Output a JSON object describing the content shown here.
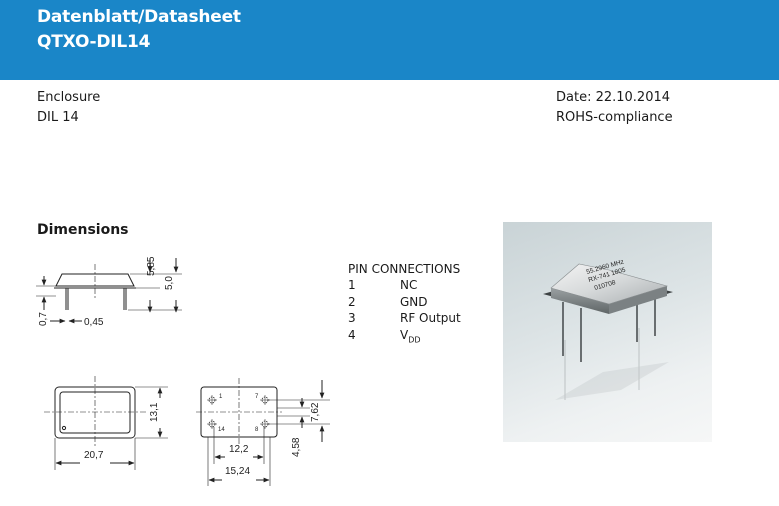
{
  "header": {
    "title": "Datenblatt/Datasheet",
    "subtitle": "QTXO-DIL14"
  },
  "info_left": {
    "label": "Enclosure",
    "value": "DIL 14"
  },
  "info_right": {
    "date": "Date: 22.10.2014",
    "rohs": "ROHS-compliance"
  },
  "dimensions": {
    "title": "Dimensions",
    "labels": {
      "height_total": "5,85",
      "body_height": "5,0",
      "standoff": "0,7",
      "pin_width": "0,45",
      "body_width": "13,1",
      "body_length": "20,7",
      "pin_row_spacing": "7,62",
      "pin_pitch_x": "12,2",
      "body_span": "15,24",
      "pin_offset": "4,58",
      "pin_1": "1",
      "pin_7": "7",
      "pin_8": "8",
      "pin_14": "14"
    }
  },
  "pin_connections": {
    "title": "PIN CONNECTIONS",
    "rows": [
      {
        "pin": "1",
        "function": "NC"
      },
      {
        "pin": "2",
        "function": "GND"
      },
      {
        "pin": "3",
        "function": "RF Output"
      },
      {
        "pin": "4",
        "function": "V",
        "sub": "DD"
      }
    ]
  },
  "photo": {
    "marking_line1": "55.2960 MHz",
    "marking_line2": "RX-741 1805",
    "marking_line3": "010708"
  },
  "colors": {
    "header_bg": "#1a86c8",
    "header_text": "#ffffff"
  }
}
